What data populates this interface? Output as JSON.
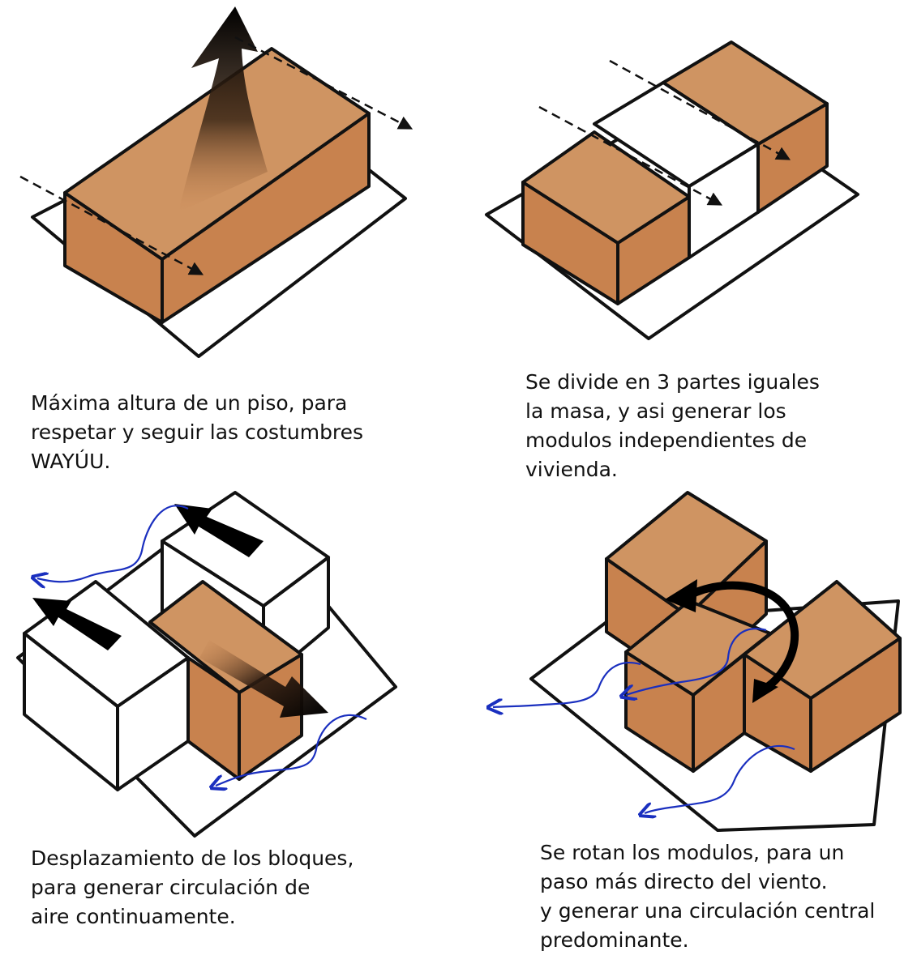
{
  "colors": {
    "brick": "#c8824e",
    "brick_top": "#cf9462",
    "outline": "#111111",
    "wind": "#1a2fbf",
    "background": "#ffffff"
  },
  "panels": [
    {
      "id": "height",
      "caption": [
        "Máxima altura de un piso, para",
        "respetar y seguir las costumbres",
        "WAYÚU."
      ],
      "icons": [
        "single-block-volume",
        "upward-arrow-icon",
        "dashed-wind-arrow-icon"
      ]
    },
    {
      "id": "divide",
      "caption": [
        "Se divide en 3 partes iguales",
        "la masa, y asi generar los",
        "modulos independientes de",
        "vivienda."
      ],
      "icons": [
        "three-module-volume",
        "dashed-wind-arrow-icon"
      ]
    },
    {
      "id": "displace",
      "caption": [
        "Desplazamiento de los bloques,",
        "para generar circulación de",
        "aire continuamente."
      ],
      "icons": [
        "displaced-blocks",
        "black-arrow-icon",
        "blue-wind-arrow-icon"
      ]
    },
    {
      "id": "rotate",
      "caption": [
        "Se rotan los modulos, para un",
        "paso más directo del viento.",
        "y generar una circulación central",
        "predominante."
      ],
      "icons": [
        "rotated-modules",
        "curved-rotation-arrow-icon",
        "blue-wind-arrow-icon"
      ]
    }
  ]
}
